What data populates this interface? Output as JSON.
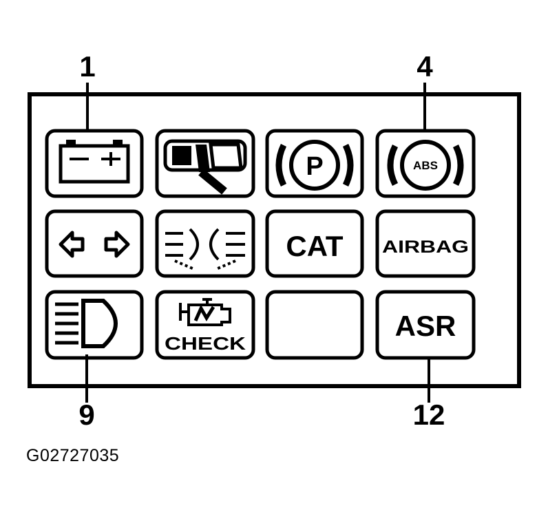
{
  "callouts": {
    "c1": "1",
    "c4": "4",
    "c9": "9",
    "c12": "12"
  },
  "figure_id": "G02727035",
  "tiles": {
    "cat_label": "CAT",
    "airbag_label": "AIRBAG",
    "check_label": "CHECK",
    "abs_label": "ABS",
    "parking_label": "P",
    "battery_minus": "−",
    "battery_plus": "+",
    "asr_label": "ASR"
  },
  "icons": [
    "battery-icon",
    "seat-belt-icon",
    "parking-brake-icon",
    "abs-icon",
    "turn-signal-icon",
    "fog-light-icon",
    "cat-label",
    "airbag-label",
    "high-beam-icon",
    "check-engine-icon",
    "blank-lamp",
    "asr-label"
  ]
}
